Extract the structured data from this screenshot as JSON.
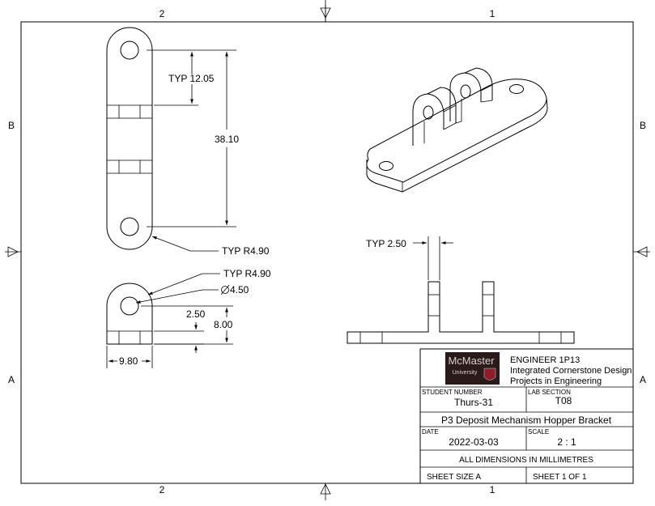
{
  "zones": {
    "top": [
      "2",
      "1"
    ],
    "bottom": [
      "2",
      "1"
    ],
    "left": [
      "B",
      "A"
    ],
    "right": [
      "B",
      "A"
    ]
  },
  "dimensions": {
    "typ_12_05": "TYP 12.05",
    "d_38_10": "38.10",
    "typ_r490_top": "TYP R4.90",
    "typ_r490_side": "TYP R4.90",
    "hole_dia": "4.50",
    "d_2_50": "2.50",
    "d_8_00": "8.00",
    "d_9_80": "9.80",
    "typ_2_50": "TYP 2.50"
  },
  "title_block": {
    "logo_text": "McMaster University",
    "course": "ENGINEER 1P13",
    "program_line1": "Integrated Cornerstone Design",
    "program_line2": "Projects in Engineering",
    "student_number_label": "STUDENT NUMBER",
    "student_number": "Thurs-31",
    "lab_section_label": "LAB SECTION",
    "lab_section": "T08",
    "part_title": "P3 Deposit Mechanism Hopper Bracket",
    "date_label": "DATE",
    "date": "2022-03-03",
    "scale_label": "SCALE",
    "scale": "2 : 1",
    "units_note": "ALL DIMENSIONS IN MILLIMETRES",
    "sheet_size": "SHEET SIZE A",
    "sheet_count": "SHEET 1 OF 1"
  },
  "colors": {
    "logo_bg": "#2a1a1a",
    "logo_crest": "#8b1e2d",
    "logo_text": "#d8d0c8"
  }
}
